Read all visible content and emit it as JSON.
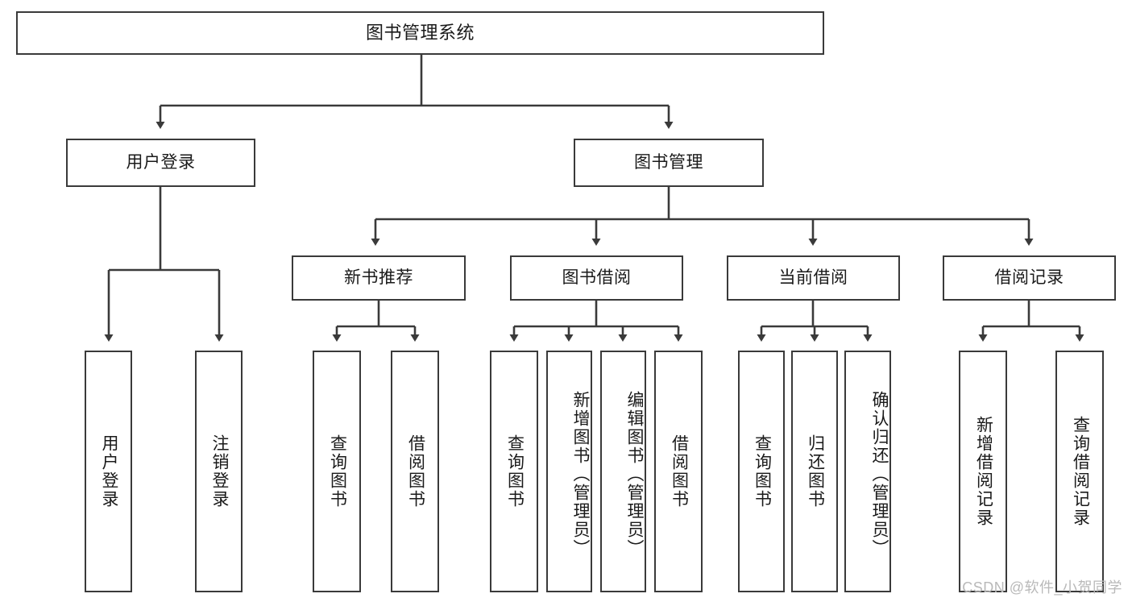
{
  "diagram": {
    "type": "tree-hierarchy-diagram",
    "title": "图书管理系统",
    "watermark": "CSDN @软件_小贺同学",
    "colors": {
      "stroke": "#3a3a3a",
      "fill": "#ffffff",
      "text": "#1a1a1a",
      "watermark": "#b9b9b9"
    },
    "levels": {
      "root": {
        "label": "图书管理系统"
      },
      "level1": [
        {
          "id": "user-login",
          "label": "用户登录"
        },
        {
          "id": "book-manage",
          "label": "图书管理"
        }
      ],
      "level2": [
        {
          "id": "new-book-recommend",
          "label": "新书推荐",
          "parent": "book-manage"
        },
        {
          "id": "book-borrow",
          "label": "图书借阅",
          "parent": "book-manage"
        },
        {
          "id": "current-borrow",
          "label": "当前借阅",
          "parent": "book-manage"
        },
        {
          "id": "borrow-record",
          "label": "借阅记录",
          "parent": "book-manage"
        }
      ],
      "leaves": [
        {
          "id": "leaf-user-login",
          "label": "用户登录",
          "parent": "user-login"
        },
        {
          "id": "leaf-logout-login",
          "label": "注销登录",
          "parent": "user-login"
        },
        {
          "id": "leaf-query-book-1",
          "label": "查询图书",
          "parent": "new-book-recommend"
        },
        {
          "id": "leaf-borrow-book-1",
          "label": "借阅图书",
          "parent": "new-book-recommend"
        },
        {
          "id": "leaf-query-book-2",
          "label": "查询图书",
          "parent": "book-borrow"
        },
        {
          "id": "leaf-add-book",
          "label": "新增图书（管理员）",
          "parent": "book-borrow"
        },
        {
          "id": "leaf-edit-book",
          "label": "编辑图书（管理员）",
          "parent": "book-borrow"
        },
        {
          "id": "leaf-borrow-book-2",
          "label": "借阅图书",
          "parent": "book-borrow"
        },
        {
          "id": "leaf-query-book-3",
          "label": "查询图书",
          "parent": "current-borrow"
        },
        {
          "id": "leaf-return-book",
          "label": "归还图书",
          "parent": "current-borrow"
        },
        {
          "id": "leaf-confirm-return",
          "label": "确认归还（管理员）",
          "parent": "current-borrow"
        },
        {
          "id": "leaf-add-record",
          "label": "新增借阅记录",
          "parent": "borrow-record"
        },
        {
          "id": "leaf-query-record",
          "label": "查询借阅记录",
          "parent": "borrow-record"
        }
      ]
    }
  }
}
